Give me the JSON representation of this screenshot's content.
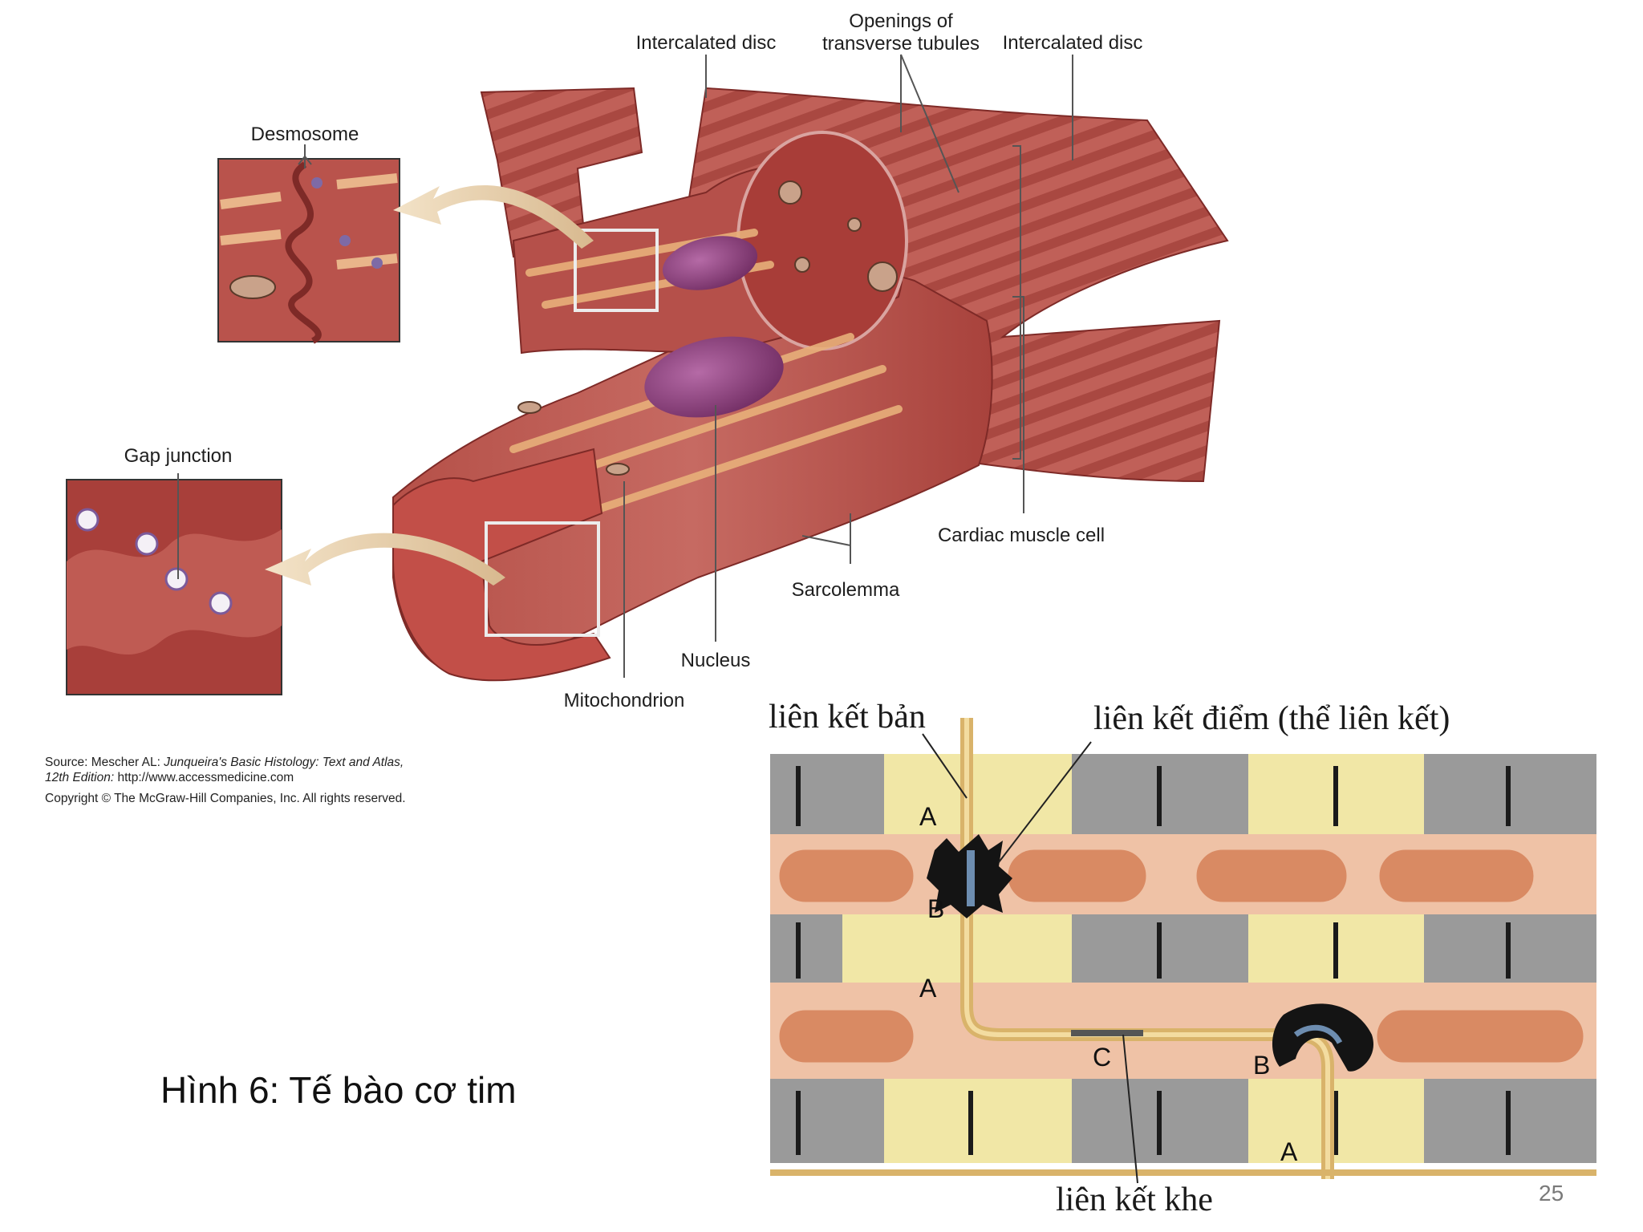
{
  "labels": {
    "intercalated_disc_left": "Intercalated disc",
    "openings": "Openings of\ntransverse tubules",
    "intercalated_disc_right": "Intercalated disc",
    "desmosome": "Desmosome",
    "gap_junction": "Gap junction",
    "cardiac_muscle_cell": "Cardiac muscle cell",
    "sarcolemma": "Sarcolemma",
    "nucleus": "Nucleus",
    "mitochondrion": "Mitochondrion"
  },
  "source": {
    "line1_prefix": "Source: Mescher AL: ",
    "line1_title": "Junqueira's Basic Histology: Text and Atlas,",
    "line2_edition": "12th Edition: ",
    "line2_url": "http://www.accessmedicine.com",
    "line3": "Copyright © The McGraw-Hill Companies, Inc. All rights reserved."
  },
  "caption": "Hình 6: Tế bào cơ tim",
  "junction_diagram": {
    "label_top_left": "liên kết bản",
    "label_top_right": "liên kết điểm (thể liên kết)",
    "label_bottom": "liên kết khe",
    "letters": {
      "a1": "A",
      "b1": "B",
      "a2": "A",
      "c": "C",
      "b2": "B",
      "a3": "A"
    }
  },
  "page_number": "25",
  "colors": {
    "muscle": "#a8423c",
    "muscle_dark": "#7e2a27",
    "nucleus": "#8a3a78",
    "sarcomere_yellow": "#f1e7a6",
    "sarcomere_gray": "#9a9a9a",
    "mito_band": "#efc2a6",
    "mito": "#d98a63"
  }
}
